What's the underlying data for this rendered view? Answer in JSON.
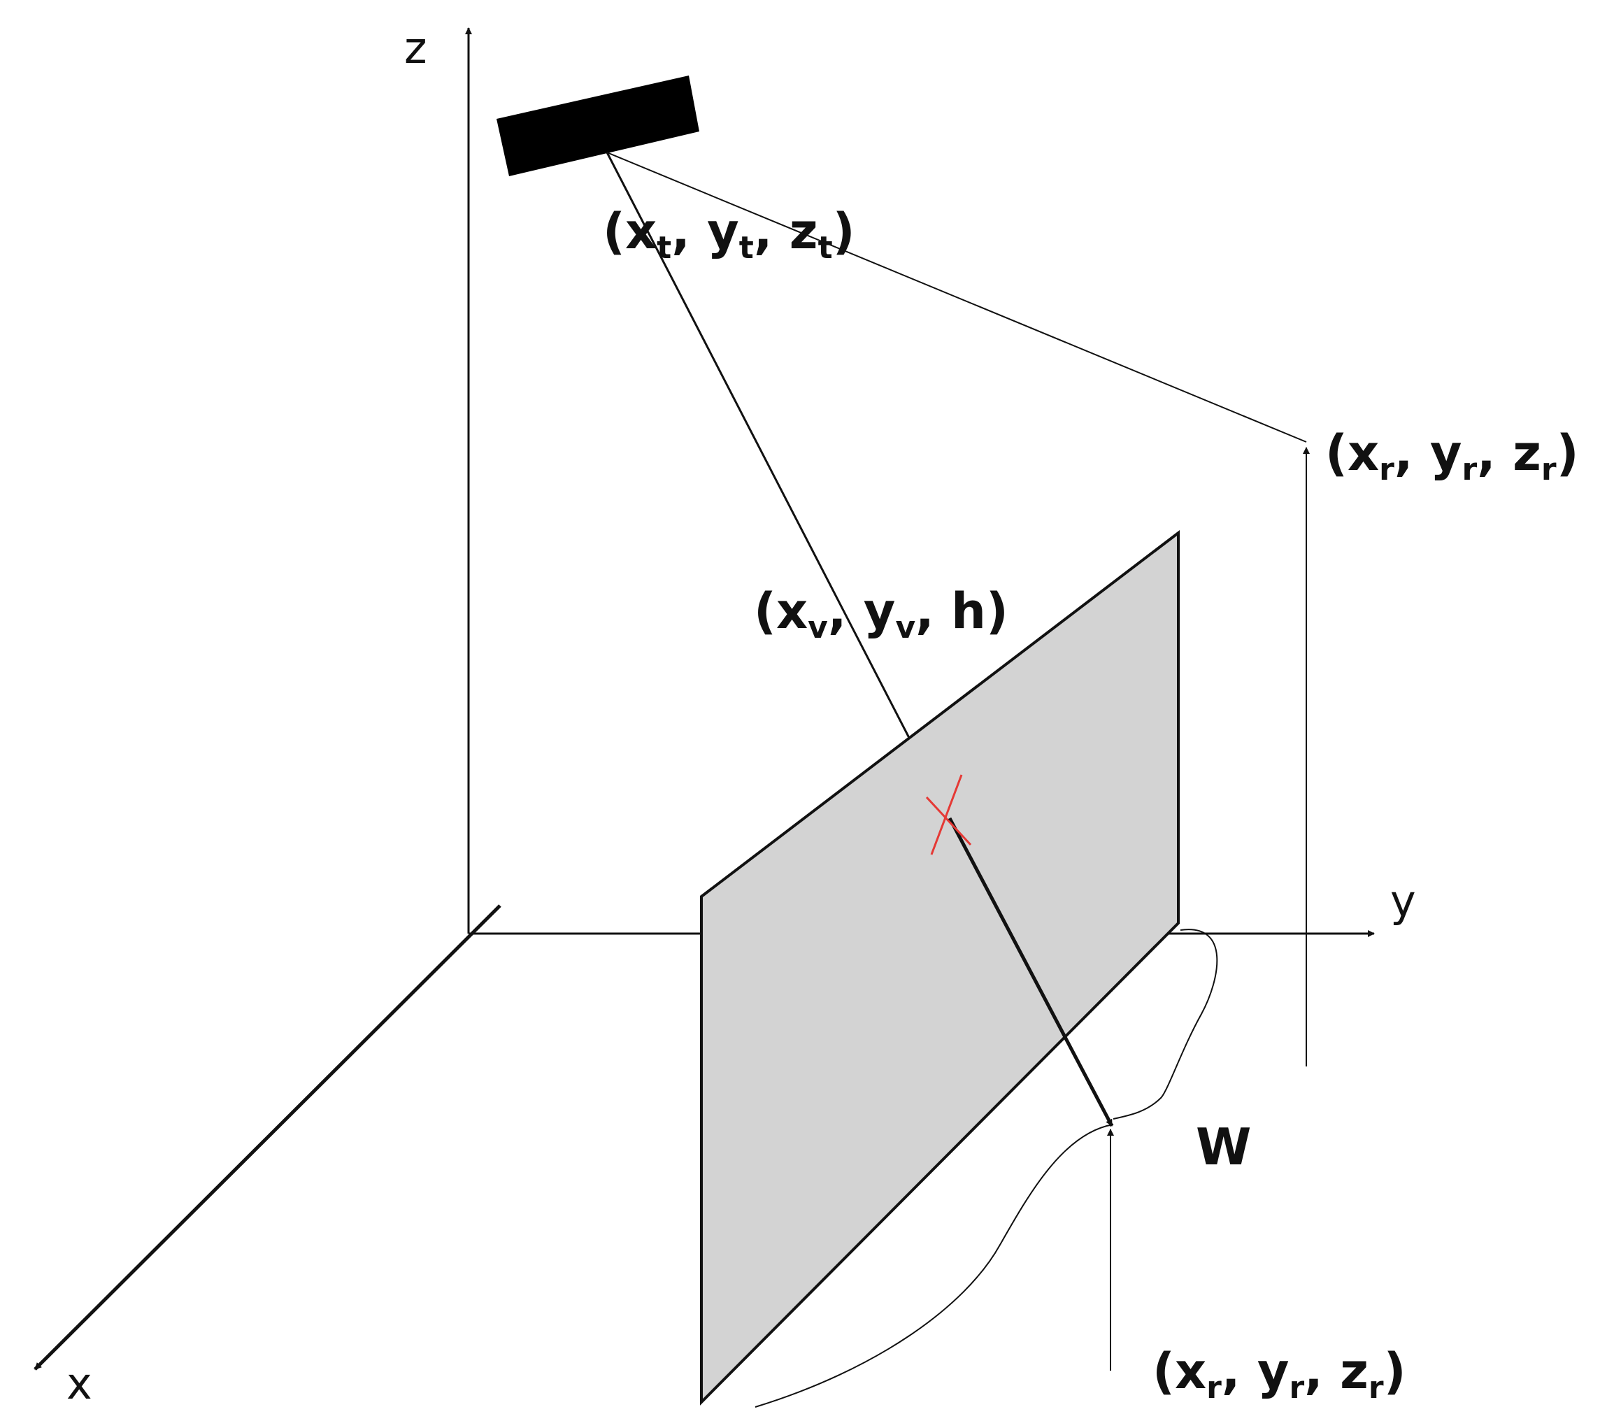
{
  "axes": {
    "x": "x",
    "y": "y",
    "z": "z"
  },
  "labels": {
    "transmitter_prefix_x": "(x",
    "transmitter_sub_x": "t",
    "transmitter_comma_y": ", y",
    "transmitter_sub_y": "t",
    "transmitter_comma_z": ", z",
    "transmitter_sub_z": "t",
    "transmitter_close": ")",
    "receiver_prefix_x": "(x",
    "receiver_sub_x": "r",
    "receiver_comma_y": ", y",
    "receiver_sub_y": "r",
    "receiver_comma_z": ", z",
    "receiver_sub_z": "r",
    "receiver_close": ")",
    "receiver2_prefix_x": "(x",
    "receiver2_sub_x": "r",
    "receiver2_comma_y": ", y",
    "receiver2_sub_y": "r",
    "receiver2_comma_z": ", z",
    "receiver2_sub_z": "r",
    "receiver2_close": ")",
    "vertex_prefix_x": "(x",
    "vertex_sub_x": "v",
    "vertex_comma_y": ", y",
    "vertex_sub_y": "v",
    "vertex_tail": ", h)",
    "w": "W"
  },
  "colors": {
    "line": "#111111",
    "panel_fill": "#d3d3d3",
    "marker": "#e53935"
  }
}
